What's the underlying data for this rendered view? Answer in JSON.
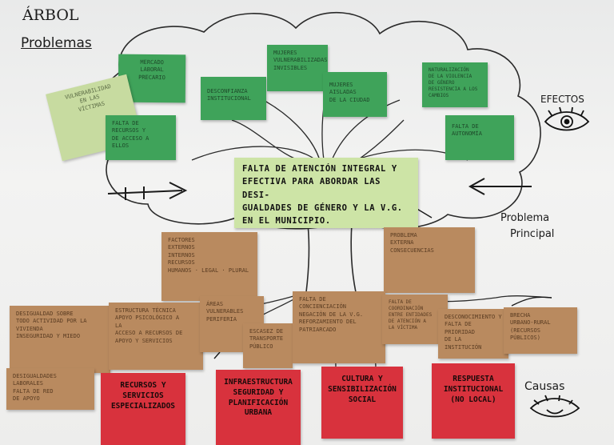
{
  "board": {
    "title_line1": "ÁRBOL",
    "title_line2": "Problemas",
    "label_effects": "EFECTOS",
    "label_problem_line1": "Problema",
    "label_problem_line2": "Principal",
    "label_causes": "Causas"
  },
  "main_problem": {
    "lines": [
      "FALTA DE ATENCIÓN INTEGRAL Y",
      "EFECTIVA PARA ABORDAR LAS DESI-",
      "GUALDADES DE GÉNERO Y LA V.G.",
      "EN EL MUNICIPIO."
    ]
  },
  "effects": [
    {
      "lines": [
        "MERCADO",
        "LABORAL",
        "PRECARIO"
      ]
    },
    {
      "lines": [
        "VULNERABILIDAD",
        "EN LAS",
        "VÍCTIMAS"
      ]
    },
    {
      "lines": [
        "FALTA DE",
        "RECURSOS Y",
        "DE ACCESO A",
        "ELLOS"
      ]
    },
    {
      "lines": [
        "DESCONFIANZA",
        "INSTITUCIONAL"
      ]
    },
    {
      "lines": [
        "MUJERES",
        "VULNERABILIZADAS",
        "INVISIBLES"
      ]
    },
    {
      "lines": [
        "MUJERES AISLADAS",
        "DE LA CIUDAD"
      ]
    },
    {
      "lines": [
        "NATURALIZACIÓN",
        "DE LA VIOLENCIA",
        "DE GÉNERO",
        "RESISTENCIA A LOS",
        "CAMBIOS"
      ]
    },
    {
      "lines": [
        "FALTA DE",
        "AUTONOMÍA"
      ]
    }
  ],
  "cause_notes": [
    {
      "lines": [
        "FACTORES",
        "EXTERNOS",
        "INTERNOS",
        "",
        "RECURSOS",
        "HUMANOS · LEGAL · PLURAL"
      ]
    },
    {
      "lines": [
        "PROBLEMA",
        "EXTERNA",
        "",
        "CONSECUENCIAS"
      ]
    },
    {
      "lines": [
        "DESIGUALDAD SOBRE",
        "TODO ACTIVIDAD POR LA",
        "VIVIENDA",
        "",
        "INSEGURIDAD Y MIEDO"
      ]
    },
    {
      "lines": [
        "ESTRUCTURA TÉCNICA",
        "APOYO PSICOLÓGICO A",
        "LA",
        "",
        "ACCESO A RECURSOS DE",
        "APOYO Y SERVICIOS"
      ]
    },
    {
      "lines": [
        "ÁREAS",
        "VULNERABLES",
        "",
        "PERIFERIA"
      ]
    },
    {
      "lines": [
        "ESCASEZ DE",
        "TRANSPORTE",
        "PÚBLICO"
      ]
    },
    {
      "lines": [
        "FALTA DE",
        "CONCIENCIACIÓN",
        "NEGACIÓN DE LA V.G.",
        "",
        "REFORZAMIENTO DEL PATRIARCADO"
      ]
    },
    {
      "lines": [
        "FALTA DE COORDINACIÓN",
        "ENTRE ENTIDADES",
        "DE ATENCIÓN A",
        "LA VÍCTIMA"
      ]
    },
    {
      "lines": [
        "DESCONOCIMIENTO Y",
        "FALTA DE PRIORIDAD",
        "DE LA",
        "INSTITUCIÓN"
      ]
    },
    {
      "lines": [
        "BRECHA",
        "URBANO-RURAL",
        "(RECURSOS PÚBLICOS)"
      ]
    },
    {
      "lines": [
        "DESIGUALDADES",
        "LABORALES",
        "FALTA DE RED",
        "DE APOYO"
      ]
    }
  ],
  "root_causes": [
    {
      "lines": [
        "RECURSOS Y",
        "SERVICIOS",
        "ESPECIALIZADOS"
      ]
    },
    {
      "lines": [
        "INFRAESTRUCTURA",
        "SEGURIDAD Y",
        "PLANIFICACIÓN",
        "URBANA"
      ]
    },
    {
      "lines": [
        "CULTURA Y",
        "SENSIBILIZACIÓN",
        "SOCIAL"
      ]
    },
    {
      "lines": [
        "RESPUESTA",
        "INSTITUCIONAL",
        "(NO LOCAL)"
      ]
    }
  ],
  "colors": {
    "effect_green": "#3fa35a",
    "effect_lightgreen": "#c7dba0",
    "main_problem": "#cde4a6",
    "cause_kraft": "#b98a5f",
    "root_red": "#d8323d"
  },
  "icons": [
    "eye-icon",
    "closed-eye-icon",
    "arrow-icon"
  ]
}
